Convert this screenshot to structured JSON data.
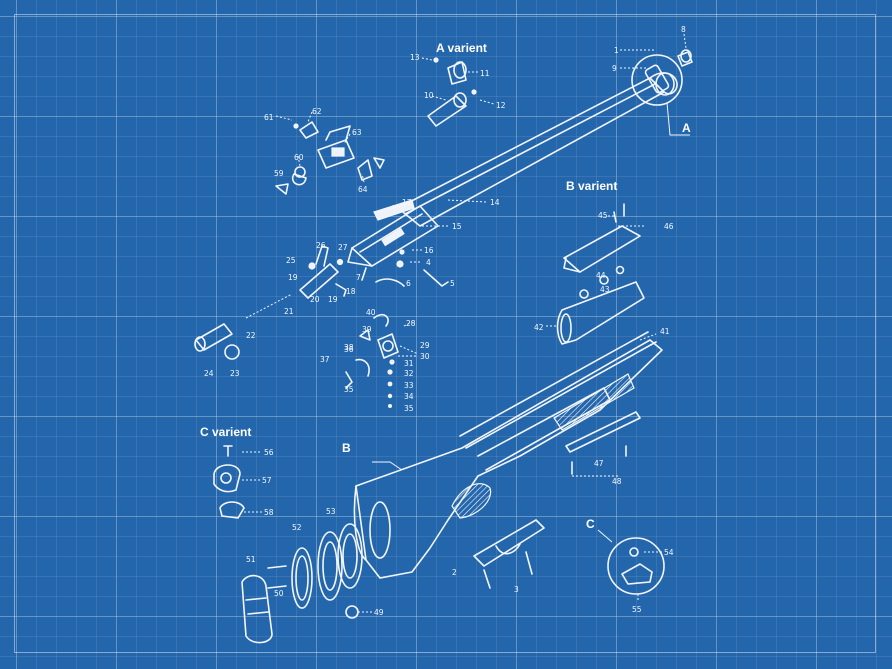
{
  "labels": {
    "a_variant": "A varient",
    "b_variant": "B varient",
    "c_variant": "C varient",
    "detail_a": "A",
    "detail_b": "B",
    "detail_c": "C"
  },
  "part_numbers": [
    "1",
    "2",
    "3",
    "4",
    "5",
    "6",
    "7",
    "8",
    "9",
    "10",
    "11",
    "12",
    "13",
    "14",
    "15",
    "16",
    "17",
    "18",
    "19",
    "20",
    "21",
    "22",
    "23",
    "24",
    "25",
    "26",
    "27",
    "28",
    "29",
    "30",
    "31",
    "32",
    "33",
    "34",
    "35",
    "36",
    "37",
    "38",
    "39",
    "40",
    "41",
    "42",
    "43",
    "44",
    "45",
    "46",
    "47",
    "48",
    "49",
    "50",
    "51",
    "52",
    "53",
    "54",
    "55",
    "56",
    "57",
    "58",
    "59",
    "60",
    "61",
    "62",
    "63",
    "64"
  ],
  "colors": {
    "background": "#2466ac",
    "lines": "#f2f6fb"
  }
}
